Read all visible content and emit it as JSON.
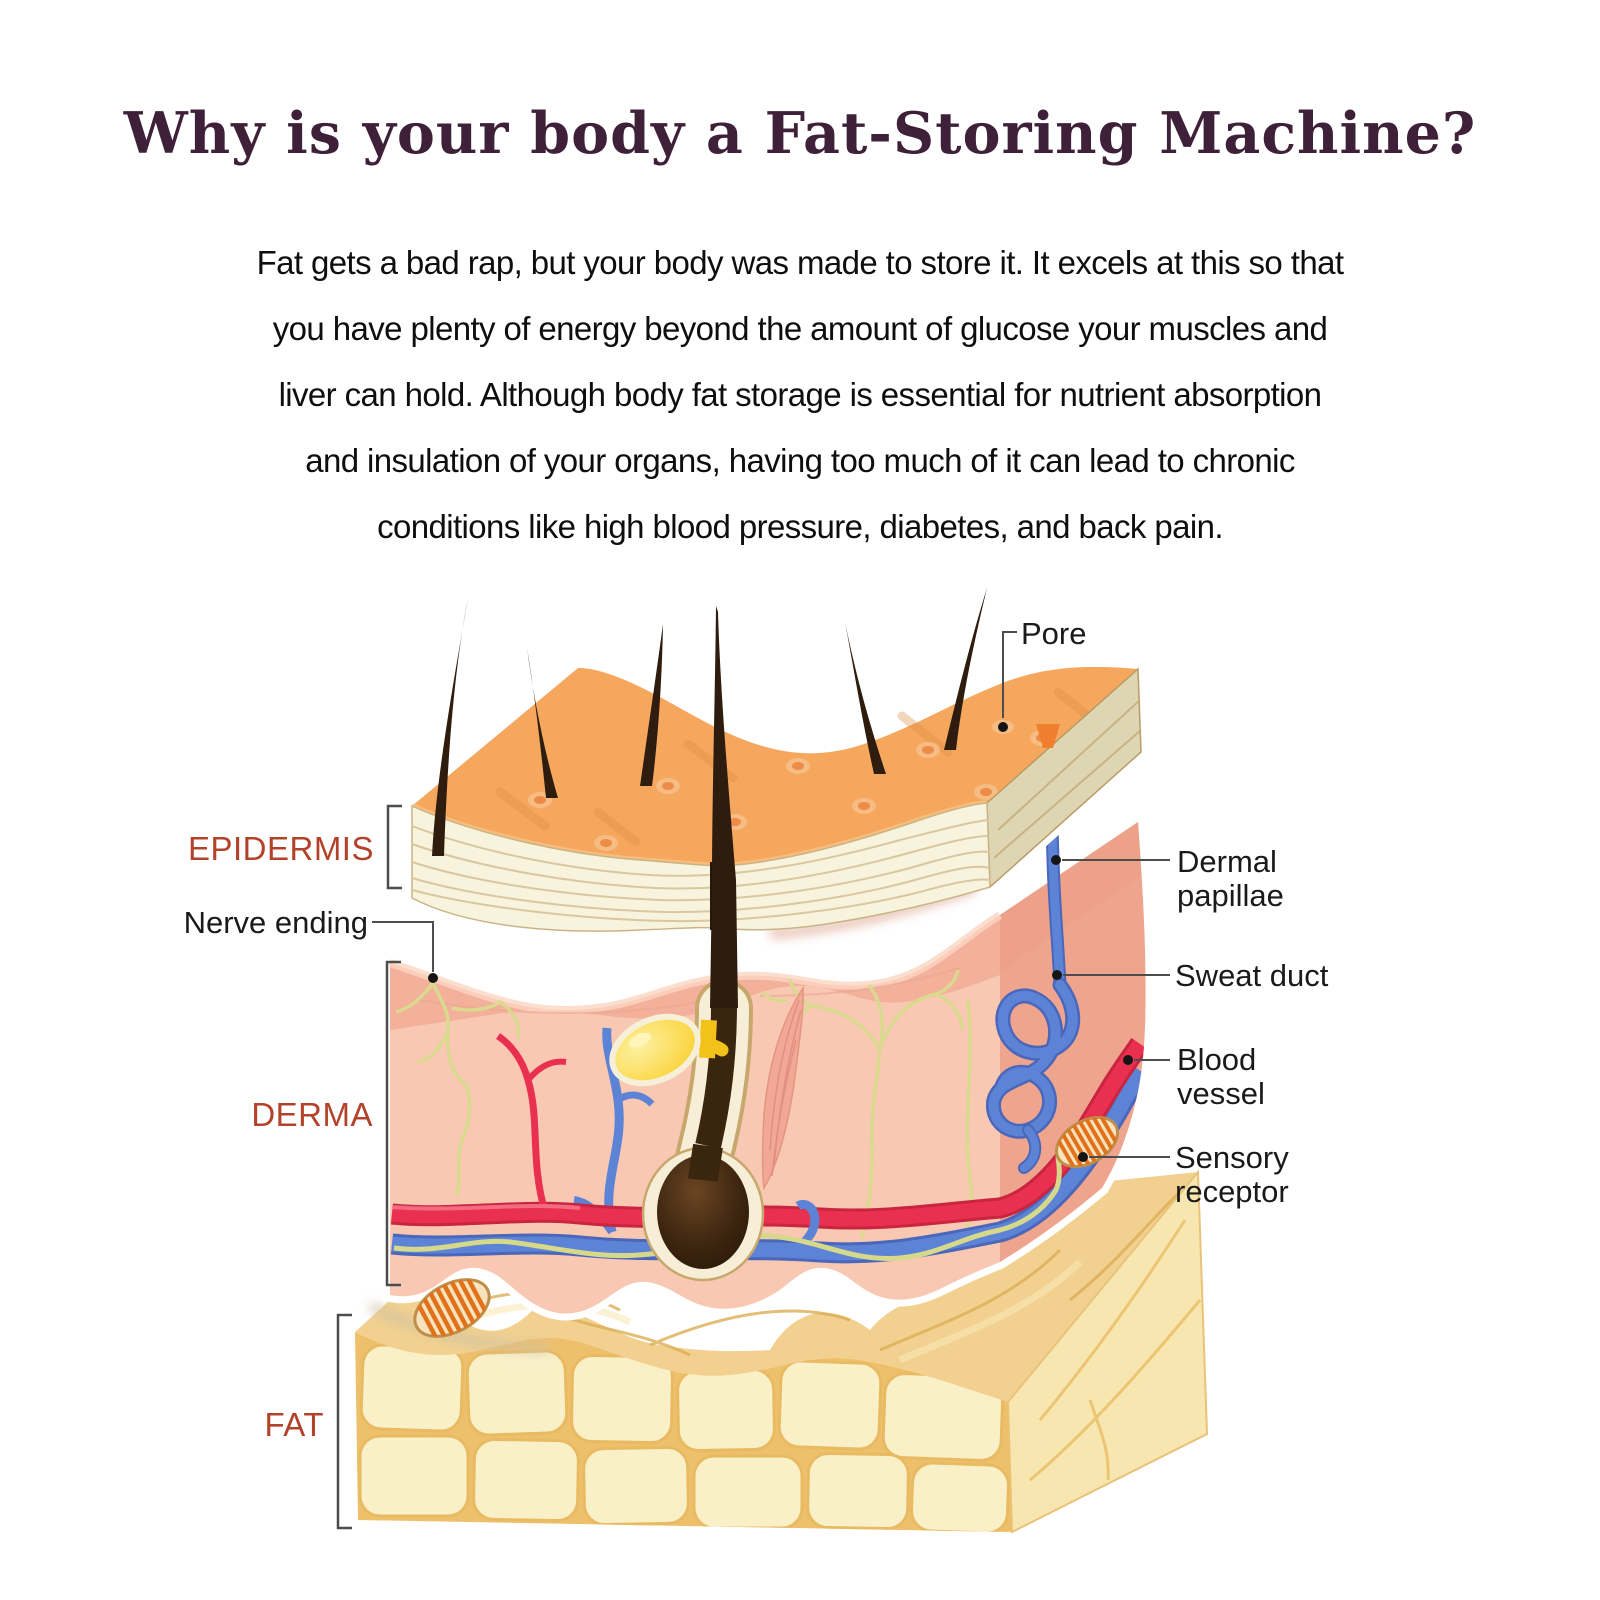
{
  "title": "Why is your body a Fat-Storing Machine?",
  "intro_lines": [
    "Fat gets a bad rap, but your body was made to store it. It excels at this so that",
    "you have plenty of energy beyond the amount of glucose your muscles and",
    "liver can hold. Although body fat storage is essential for nutrient absorption",
    "and insulation of your organs, having too much of it can lead to chronic",
    "conditions like high blood pressure, diabetes, and back pain."
  ],
  "diagram": {
    "left_labels": {
      "epidermis": "EPIDERMIS",
      "nerve_ending": "Nerve ending",
      "derma": "DERMA",
      "fat": "FAT"
    },
    "right_labels": {
      "pore": "Pore",
      "dermal_papillae_line1": "Dermal",
      "dermal_papillae_line2": "papillae",
      "sweat_duct": "Sweat duct",
      "blood_vessel_line1": "Blood",
      "blood_vessel_line2": "vessel",
      "sensory_receptor_line1": "Sensory",
      "sensory_receptor_line2": "receptor"
    }
  },
  "colors": {
    "title_text": "#3E2138",
    "layer_label_text": "#B2432A",
    "annotation_text": "#1A1A1A",
    "leader_line": "#4D4D4D",
    "epidermis_top": "#F5A75E",
    "epidermis_front": "#F8F3DC",
    "epidermis_cut": "#DED6B2",
    "derma_front": "#F8C8B2",
    "derma_side": "#EFA58D",
    "derma_band": "#F3B09A",
    "fat_top": "#F2D190",
    "fat_side": "#F7E6B0",
    "fat_seam": "#EFC06C",
    "fat_cell": "#FAF0C8",
    "blood_vessel_red": "#EA3050",
    "blood_vessel_blue": "#5D83D6",
    "nerve_yellow_green": "#D9DC8E",
    "sebaceous_yellow": "#F8C816",
    "hair_brown": "#2E1D0E"
  }
}
